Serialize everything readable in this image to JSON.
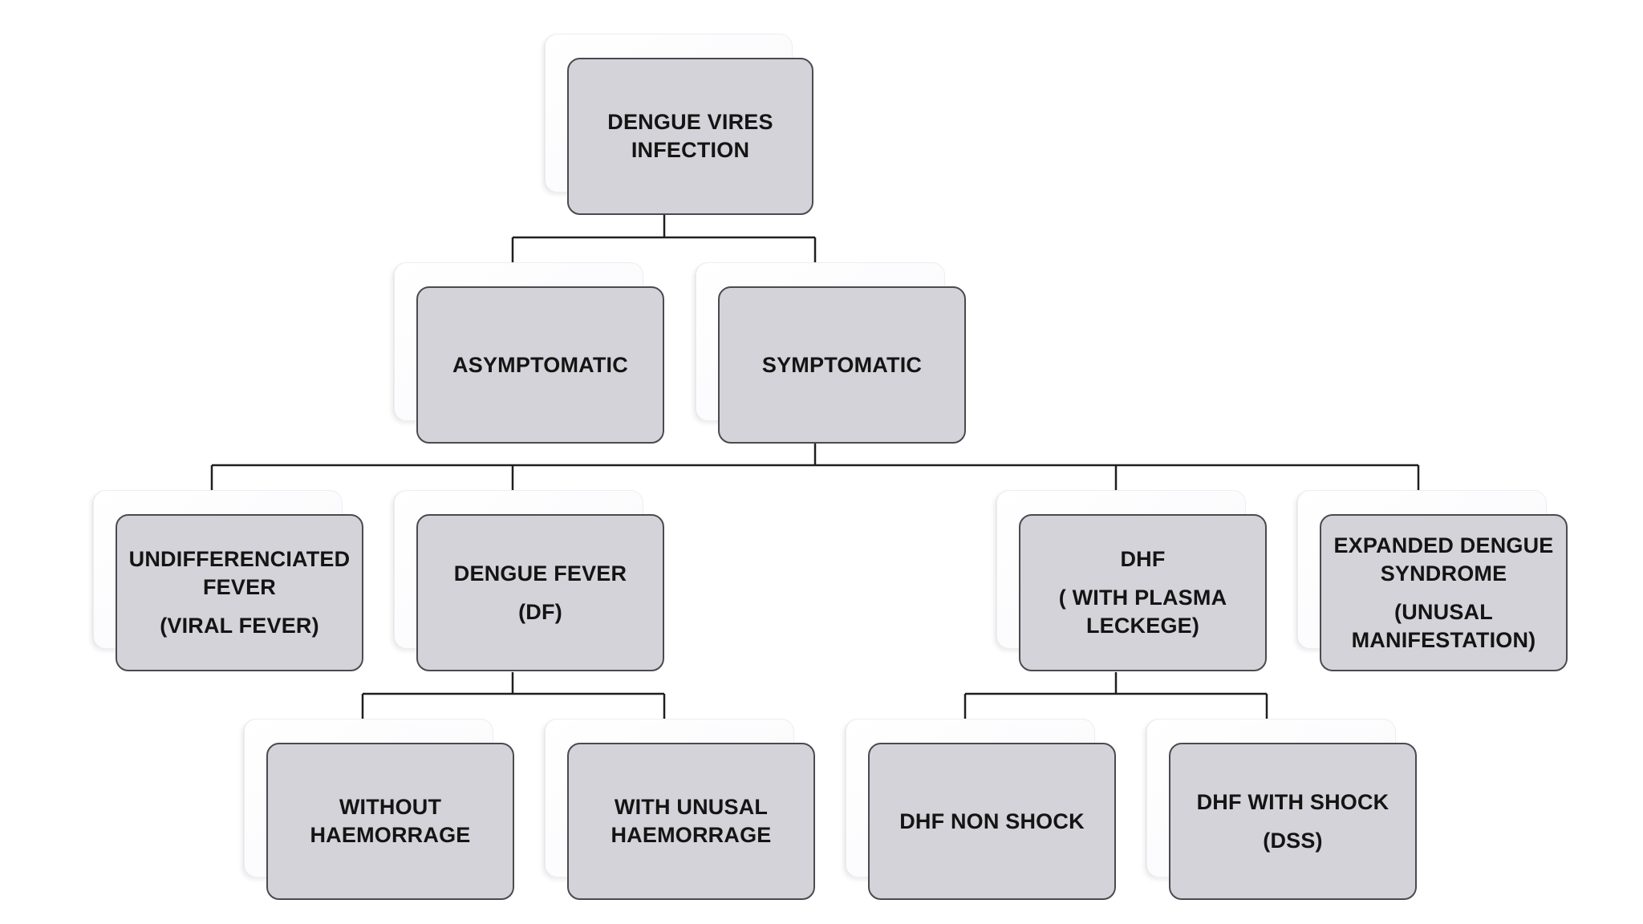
{
  "diagram": {
    "type": "hierarchy",
    "nodes": [
      {
        "id": "root",
        "lines": [
          {
            "text": "DENGUE VIRES"
          },
          {
            "text": "INFECTION"
          }
        ]
      },
      {
        "id": "asymptomatic",
        "parent": "root",
        "lines": [
          {
            "text": "ASYMPTOMATIC"
          }
        ]
      },
      {
        "id": "symptomatic",
        "parent": "root",
        "lines": [
          {
            "text": "SYMPTOMATIC"
          }
        ]
      },
      {
        "id": "undifferentiated",
        "parent": "symptomatic",
        "lines": [
          {
            "text": "UNDIFFERENCIATED"
          },
          {
            "text": "FEVER"
          },
          {
            "text": "(VIRAL FEVER)",
            "gap": true
          }
        ]
      },
      {
        "id": "dengue-fever",
        "parent": "symptomatic",
        "lines": [
          {
            "text": "DENGUE FEVER"
          },
          {
            "text": "(DF)",
            "gap": true
          }
        ]
      },
      {
        "id": "dhf",
        "parent": "symptomatic",
        "lines": [
          {
            "text": "DHF"
          },
          {
            "text": "( WITH PLASMA",
            "gap": true
          },
          {
            "text": "LECKEGE)"
          }
        ]
      },
      {
        "id": "expanded",
        "parent": "symptomatic",
        "lines": [
          {
            "text": "EXPANDED DENGUE"
          },
          {
            "text": "SYNDROME"
          },
          {
            "text": "(UNUSAL",
            "gap": true
          },
          {
            "text": "MANIFESTATION)"
          }
        ]
      },
      {
        "id": "without-haemorrage",
        "parent": "dengue-fever",
        "lines": [
          {
            "text": "WITHOUT"
          },
          {
            "text": "HAEMORRAGE"
          }
        ]
      },
      {
        "id": "with-unusal-haemorrage",
        "parent": "dengue-fever",
        "lines": [
          {
            "text": "WITH UNUSAL"
          },
          {
            "text": "HAEMORRAGE"
          }
        ]
      },
      {
        "id": "dhf-non-shock",
        "parent": "dhf",
        "lines": [
          {
            "text": "DHF NON SHOCK"
          }
        ]
      },
      {
        "id": "dhf-with-shock",
        "parent": "dhf",
        "lines": [
          {
            "text": "DHF WITH SHOCK"
          },
          {
            "text": "(DSS)",
            "gap": true
          }
        ]
      }
    ]
  },
  "colors": {
    "box_fill": "#d3d3d9",
    "box_border": "#4a4a4f",
    "connector": "#1f1f1f",
    "text": "#141414",
    "shadow_card": "#fbfbfd"
  }
}
